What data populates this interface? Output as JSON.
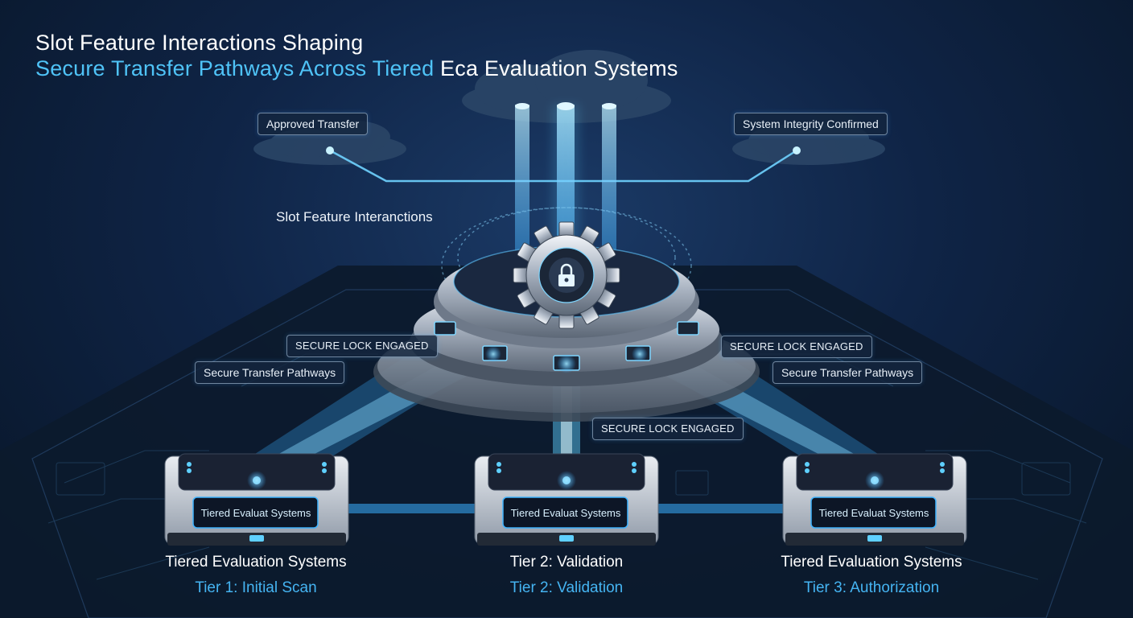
{
  "title": {
    "line1": "Slot Feature Interactions Shaping",
    "line2_accent": "Secure Transfer Pathways Across Tiered",
    "line2_rest": " Eca Evaluation Systems"
  },
  "labels": {
    "approved_transfer": "Approved Transfer",
    "system_integrity": "System Integrity Confirmed",
    "slot_feature": "Slot Feature Interanctions",
    "secure_lock_left": "SECURE LOCK ENGAGED",
    "secure_lock_right": "SECURE LOCK ENGAGED",
    "secure_lock_center": "SECURE LOCK ENGAGED",
    "pathways_left": "Secure Transfer Pathways",
    "pathways_right": "Secure Transfer Pathways"
  },
  "tiers": [
    {
      "screen": "Tiered Evaluat Systems",
      "name": "Tiered Evaluation Systems",
      "sub": "Tier 1: Initial Scan"
    },
    {
      "screen": "Tiered Evaluat Systems",
      "name": "Tier 2: Validation",
      "sub": "Tier 2: Validation"
    },
    {
      "screen": "Tiered Evaluat Systems",
      "name": "Tiered Evaluation Systems",
      "sub": "Tier 3: Authorization"
    }
  ],
  "colors": {
    "background": "#0f2446",
    "accent": "#4fc3f7",
    "beam": "#5fd0ff",
    "text": "#ffffff"
  },
  "icons": {
    "hub": "gear-icon",
    "hub_center": "lock-icon",
    "cloud": "cloud-icon"
  }
}
